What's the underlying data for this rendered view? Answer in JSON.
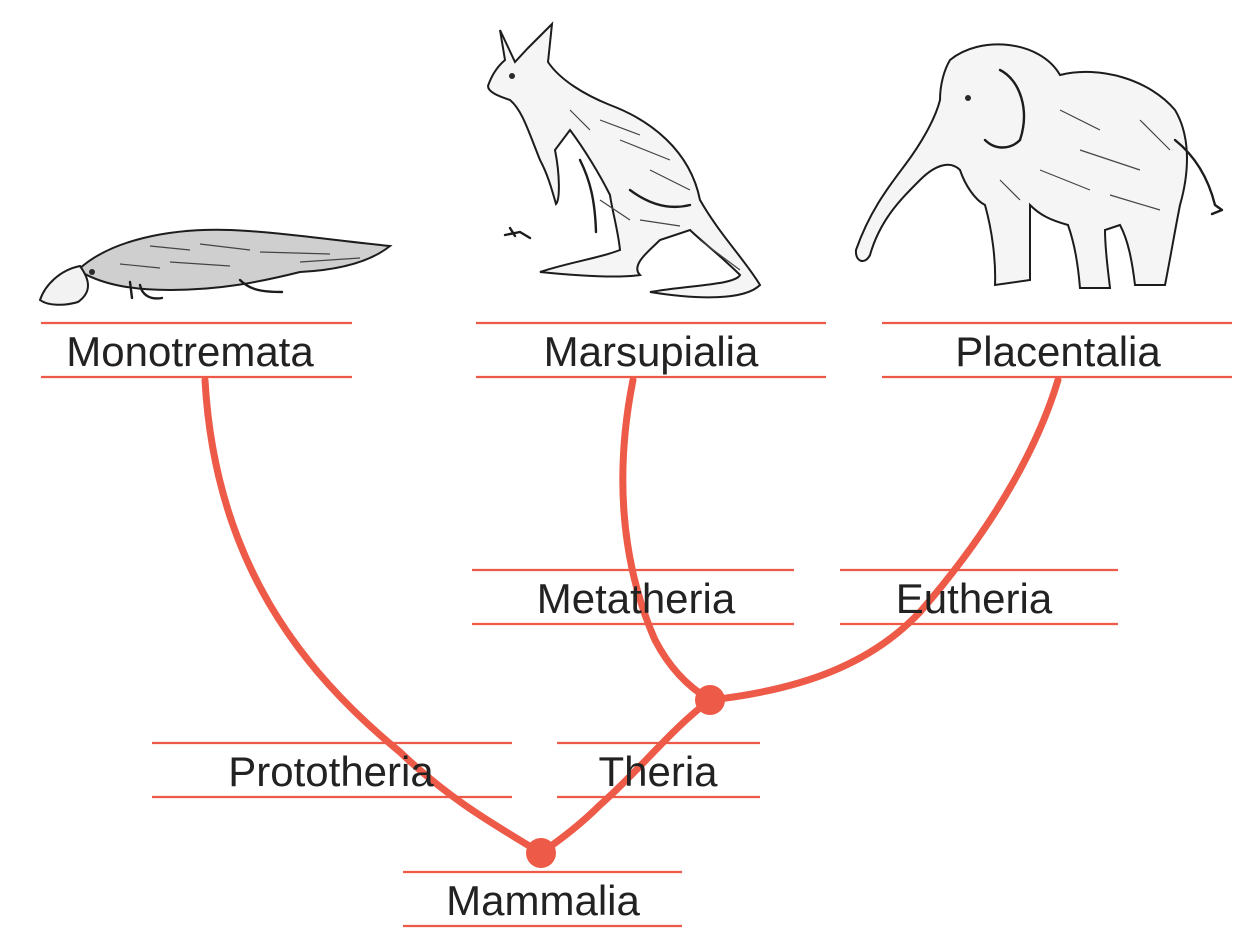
{
  "diagram": {
    "accent_color": "#ee5a48",
    "text_color": "#222222",
    "taxa": {
      "monotremata": "Monotremata",
      "marsupialia": "Marsupialia",
      "placentalia": "Placentalia",
      "metatheria": "Metatheria",
      "eutheria": "Eutheria",
      "prototheria": "Prototheria",
      "theria": "Theria",
      "mammalia": "Mammalia"
    },
    "illustrations": [
      "platypus-drawing",
      "kangaroo-drawing",
      "elephant-drawing"
    ]
  }
}
